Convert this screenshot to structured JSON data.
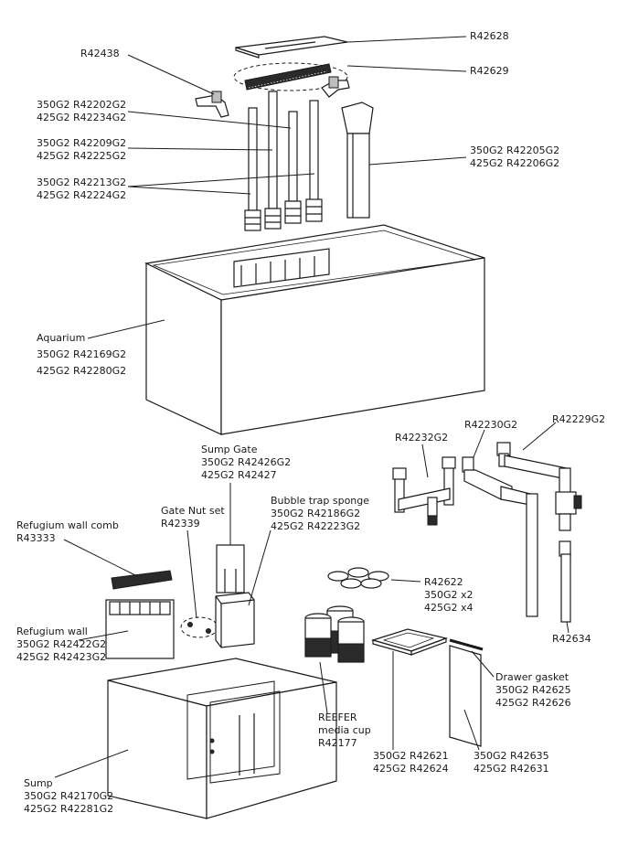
{
  "labels": {
    "r42628": [
      "R42628"
    ],
    "r42629": [
      "R42629"
    ],
    "r42438": [
      "R42438"
    ],
    "downpipe_a": [
      "350G2 R42202G2",
      "425G2 R42234G2"
    ],
    "downpipe_b": [
      "350G2 R42209G2",
      "425G2 R42225G2"
    ],
    "downpipe_c": [
      "350G2 R42213G2",
      "425G2 R42224G2"
    ],
    "overflow_tube": [
      "350G2 R42205G2",
      "425G2 R42206G2"
    ],
    "aquarium": [
      "Aquarium",
      "350G2 R42169G2",
      "425G2 R42280G2"
    ],
    "sump_gate": [
      "Sump Gate",
      "350G2 R42426G2",
      "425G2 R42427"
    ],
    "gate_nut": [
      "Gate Nut set",
      "R42339"
    ],
    "bubble_sponge": [
      "Bubble trap sponge",
      "350G2 R42186G2",
      "425G2 R42223G2"
    ],
    "refugium_comb": [
      "Refugium wall comb",
      "R43333"
    ],
    "refugium_wall": [
      "Refugium wall",
      "350G2 R42422G2",
      "425G2 R42423G2"
    ],
    "sump": [
      "Sump",
      "350G2 R42170G2",
      "425G2 R42281G2"
    ],
    "r42232": [
      "R42232G2"
    ],
    "r42230": [
      "R42230G2"
    ],
    "r42229": [
      "R42229G2"
    ],
    "r42622": [
      "R42622",
      "350G2 x2",
      "425G2 x4"
    ],
    "r42634": [
      "R42634"
    ],
    "media_cup": [
      "REEFER",
      "media cup",
      "R42177"
    ],
    "drawer_gasket": [
      "Drawer gasket",
      "350G2 R42625",
      "425G2 R42626"
    ],
    "drawer_tray": [
      "350G2 R42621",
      "425G2 R42624"
    ],
    "drawer_panel": [
      "350G2 R42635",
      "425G2 R42631"
    ]
  }
}
